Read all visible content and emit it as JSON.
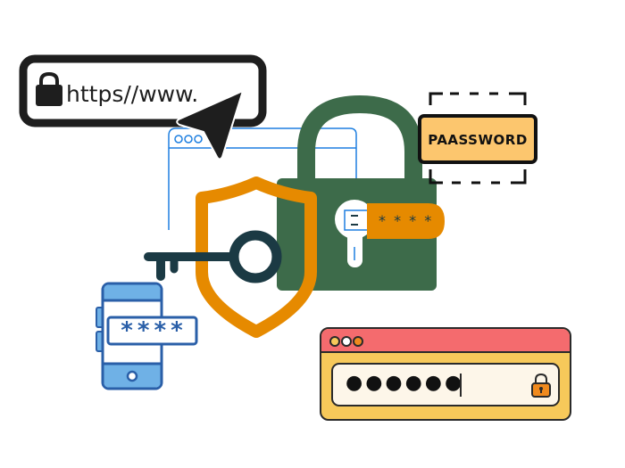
{
  "illustration": {
    "title": "Online password security illustration",
    "colors": {
      "background": "#ffffff",
      "lock_green": "#3d6b4a",
      "shield_orange": "#e68a00",
      "key_navy": "#1b3a44",
      "browser_blue": "#1e7fe0",
      "phone_blue": "#2a5fa8",
      "phone_light": "#6fb1e6",
      "password_tag": "#fcc66e",
      "window_header": "#f46b6e",
      "window_body": "#f7c95a",
      "field_bg": "#fdf6e9",
      "small_lock_orange": "#f08a1e",
      "outline_dark": "#222222"
    }
  },
  "url_bar": {
    "text": "https//www.",
    "icon": "padlock-icon"
  },
  "cursor": {
    "icon": "mouse-pointer-icon"
  },
  "password_tag": {
    "label": "PAASSWORD"
  },
  "padlock": {
    "masked_code": "* * * *"
  },
  "phone": {
    "masked_pin": "****"
  },
  "login_window": {
    "window_dots": [
      "yellow",
      "white",
      "orange"
    ],
    "password_dots": "●●●●●●",
    "lock_icon": "small-padlock-icon"
  },
  "background_browser": {
    "window_dots": 3
  }
}
